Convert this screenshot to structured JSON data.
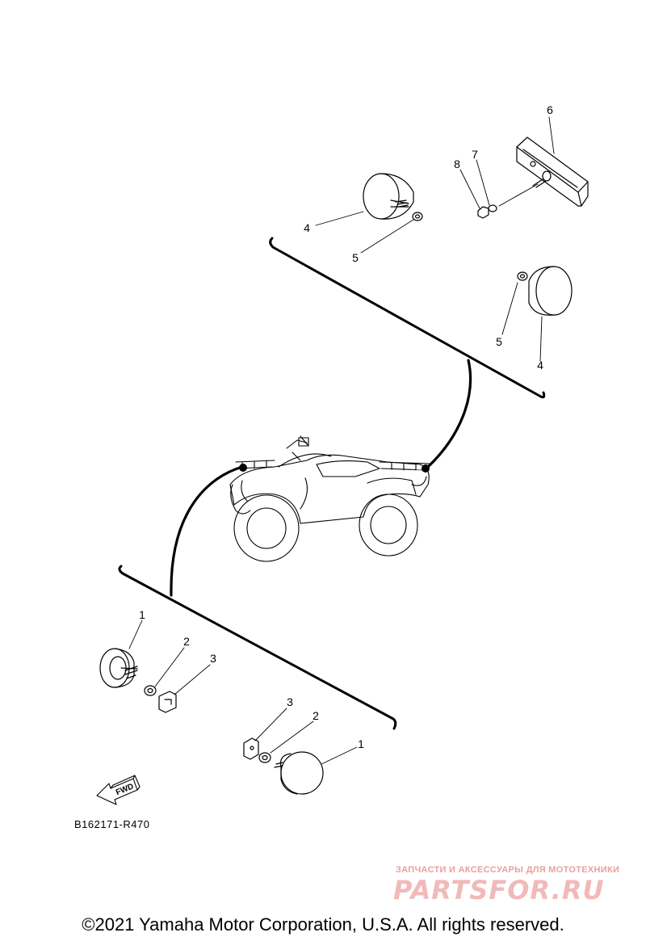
{
  "diagram": {
    "parts": [
      {
        "ref": "1",
        "id": "upper-front-1"
      },
      {
        "ref": "2",
        "id": "upper-front-2"
      },
      {
        "ref": "3",
        "id": "upper-front-3"
      },
      {
        "ref": "3",
        "id": "lower-front-3"
      },
      {
        "ref": "2",
        "id": "lower-front-2"
      },
      {
        "ref": "1",
        "id": "lower-front-1"
      },
      {
        "ref": "4",
        "id": "rear-left-4"
      },
      {
        "ref": "5",
        "id": "rear-left-5"
      },
      {
        "ref": "6",
        "id": "plate-6"
      },
      {
        "ref": "7",
        "id": "plate-7"
      },
      {
        "ref": "8",
        "id": "plate-8"
      },
      {
        "ref": "5",
        "id": "rear-right-5"
      },
      {
        "ref": "4",
        "id": "rear-right-4"
      }
    ],
    "fwd_label": "FWD",
    "reference_code": "B162171-R470"
  },
  "watermark": {
    "tagline": "ЗАПЧАСТИ И АКСЕССУАРЫ ДЛЯ МОТОТЕХНИКИ",
    "logo": "PARTSFOR.RU"
  },
  "copyright": "©2021 Yamaha Motor Corporation, U.S.A. All rights reserved.",
  "colors": {
    "line": "#000000",
    "watermark": "#f2b9b9"
  }
}
